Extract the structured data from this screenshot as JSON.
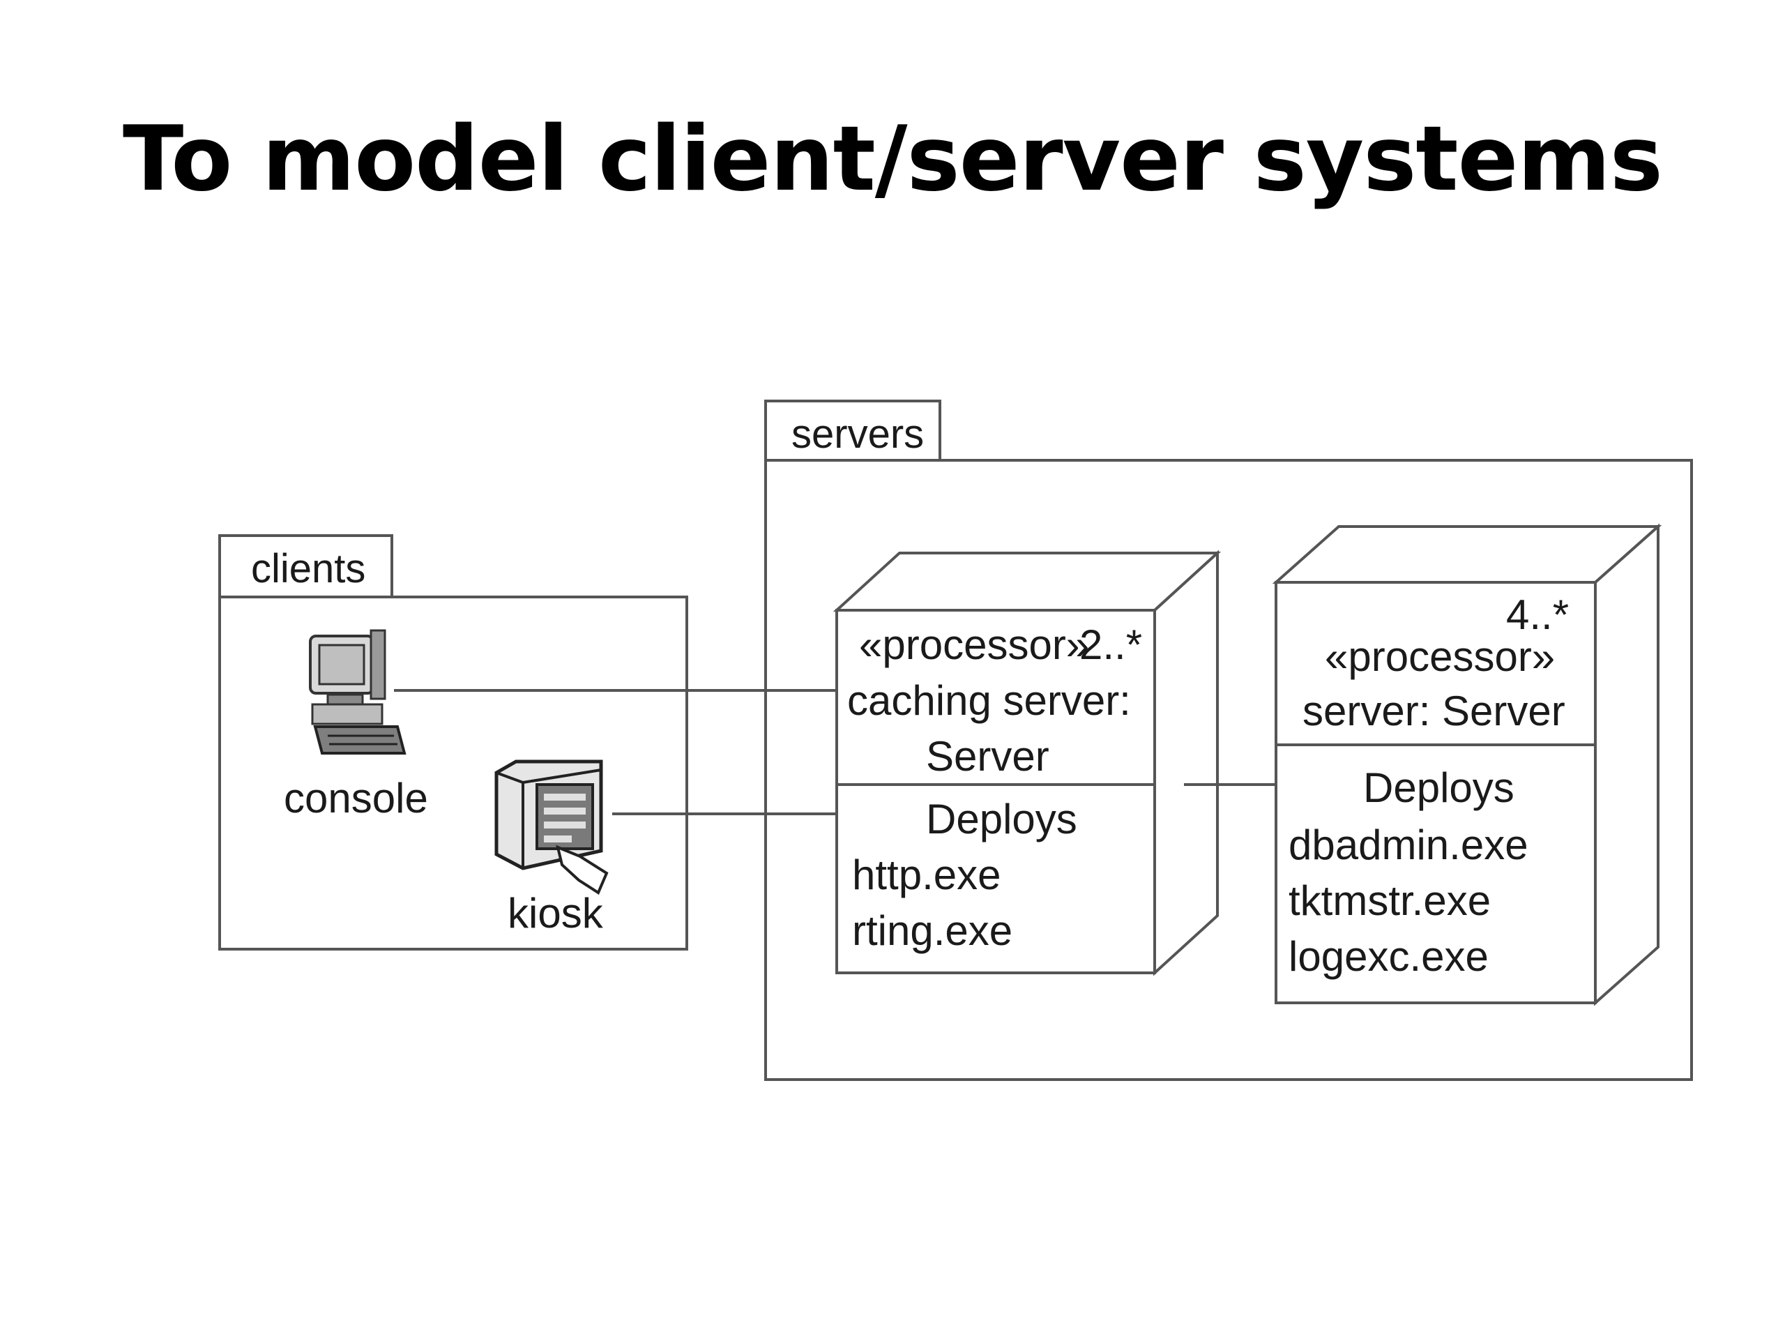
{
  "slide": {
    "title": "To model client/server systems"
  },
  "diagram": {
    "clients_package": {
      "label": "clients",
      "console_label": "console",
      "kiosk_label": "kiosk",
      "console_icon": "desktop-computer-icon",
      "kiosk_icon": "kiosk-terminal-icon"
    },
    "servers_package": {
      "label": "servers",
      "caching_node": {
        "stereotype": "«processor»",
        "multiplicity": "2..*",
        "name_line1": "caching server:",
        "name_line2": "Server",
        "section_title": "Deploys",
        "artifacts": [
          "http.exe",
          "rting.exe"
        ]
      },
      "server_node": {
        "multiplicity": "4..*",
        "stereotype": "«processor»",
        "name": "server: Server",
        "section_title": "Deploys",
        "artifacts": [
          "dbadmin.exe",
          "tktmstr.exe",
          "logexc.exe"
        ]
      }
    },
    "colors": {
      "line": "#555555",
      "text": "#1a1a1a",
      "background": "#ffffff"
    }
  }
}
